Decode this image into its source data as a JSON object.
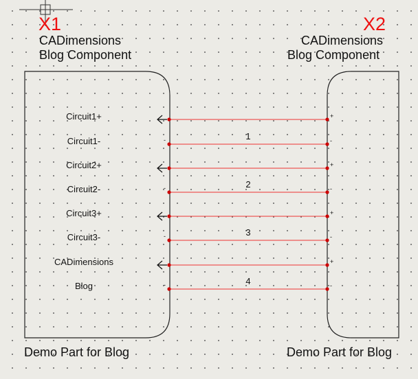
{
  "components": {
    "left": {
      "designator": "X1",
      "name_line1": "CADimensions",
      "name_line2": "Blog Component",
      "description": "Demo Part for Blog",
      "pins": [
        "Circuit1+",
        "Circuit1-",
        "Circuit2+",
        "Circuit2-",
        "Circuit3+",
        "Circuit3-",
        "CADimensions",
        "Blog"
      ]
    },
    "right": {
      "designator": "X2",
      "name_line1": "CADimensions",
      "name_line2": "Blog Component",
      "description": "Demo Part for Blog",
      "pin_marks": [
        "+",
        "-",
        "+",
        "-",
        "+",
        "-",
        "+",
        "-"
      ]
    }
  },
  "wire_pair_numbers": [
    "1",
    "2",
    "3",
    "4"
  ],
  "colors": {
    "background": "#ecebe6",
    "grid_dot": "#6f6f6f",
    "wire": "#ee3333",
    "connection_dot": "#cc0000",
    "designator": "#ee1111",
    "outline": "#222222"
  }
}
